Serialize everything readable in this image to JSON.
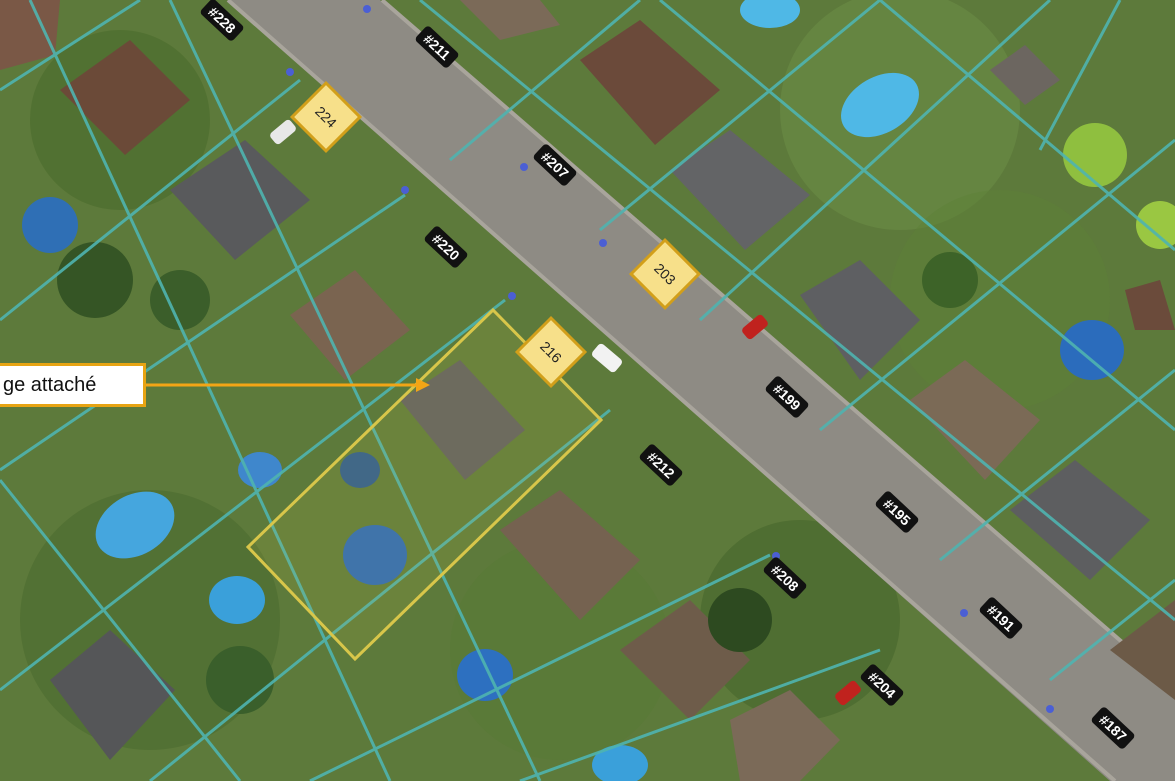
{
  "map": {
    "street_numbers": [
      "#228",
      "#211",
      "#207",
      "#220",
      "#212",
      "#199",
      "#195",
      "#208",
      "#191",
      "#204",
      "#187"
    ],
    "lot_tags": [
      "224",
      "203",
      "216"
    ],
    "callout_text": "ge attaché",
    "colors": {
      "road": "#8d8a83",
      "lot_line": "#4fb4b0",
      "lot_tag_fill": "#f7e08a",
      "lot_tag_border": "#d29f1a",
      "callout_border": "#e7a413",
      "arrow": "#f2a516",
      "highlight_parcel": "#d8c64a"
    }
  }
}
